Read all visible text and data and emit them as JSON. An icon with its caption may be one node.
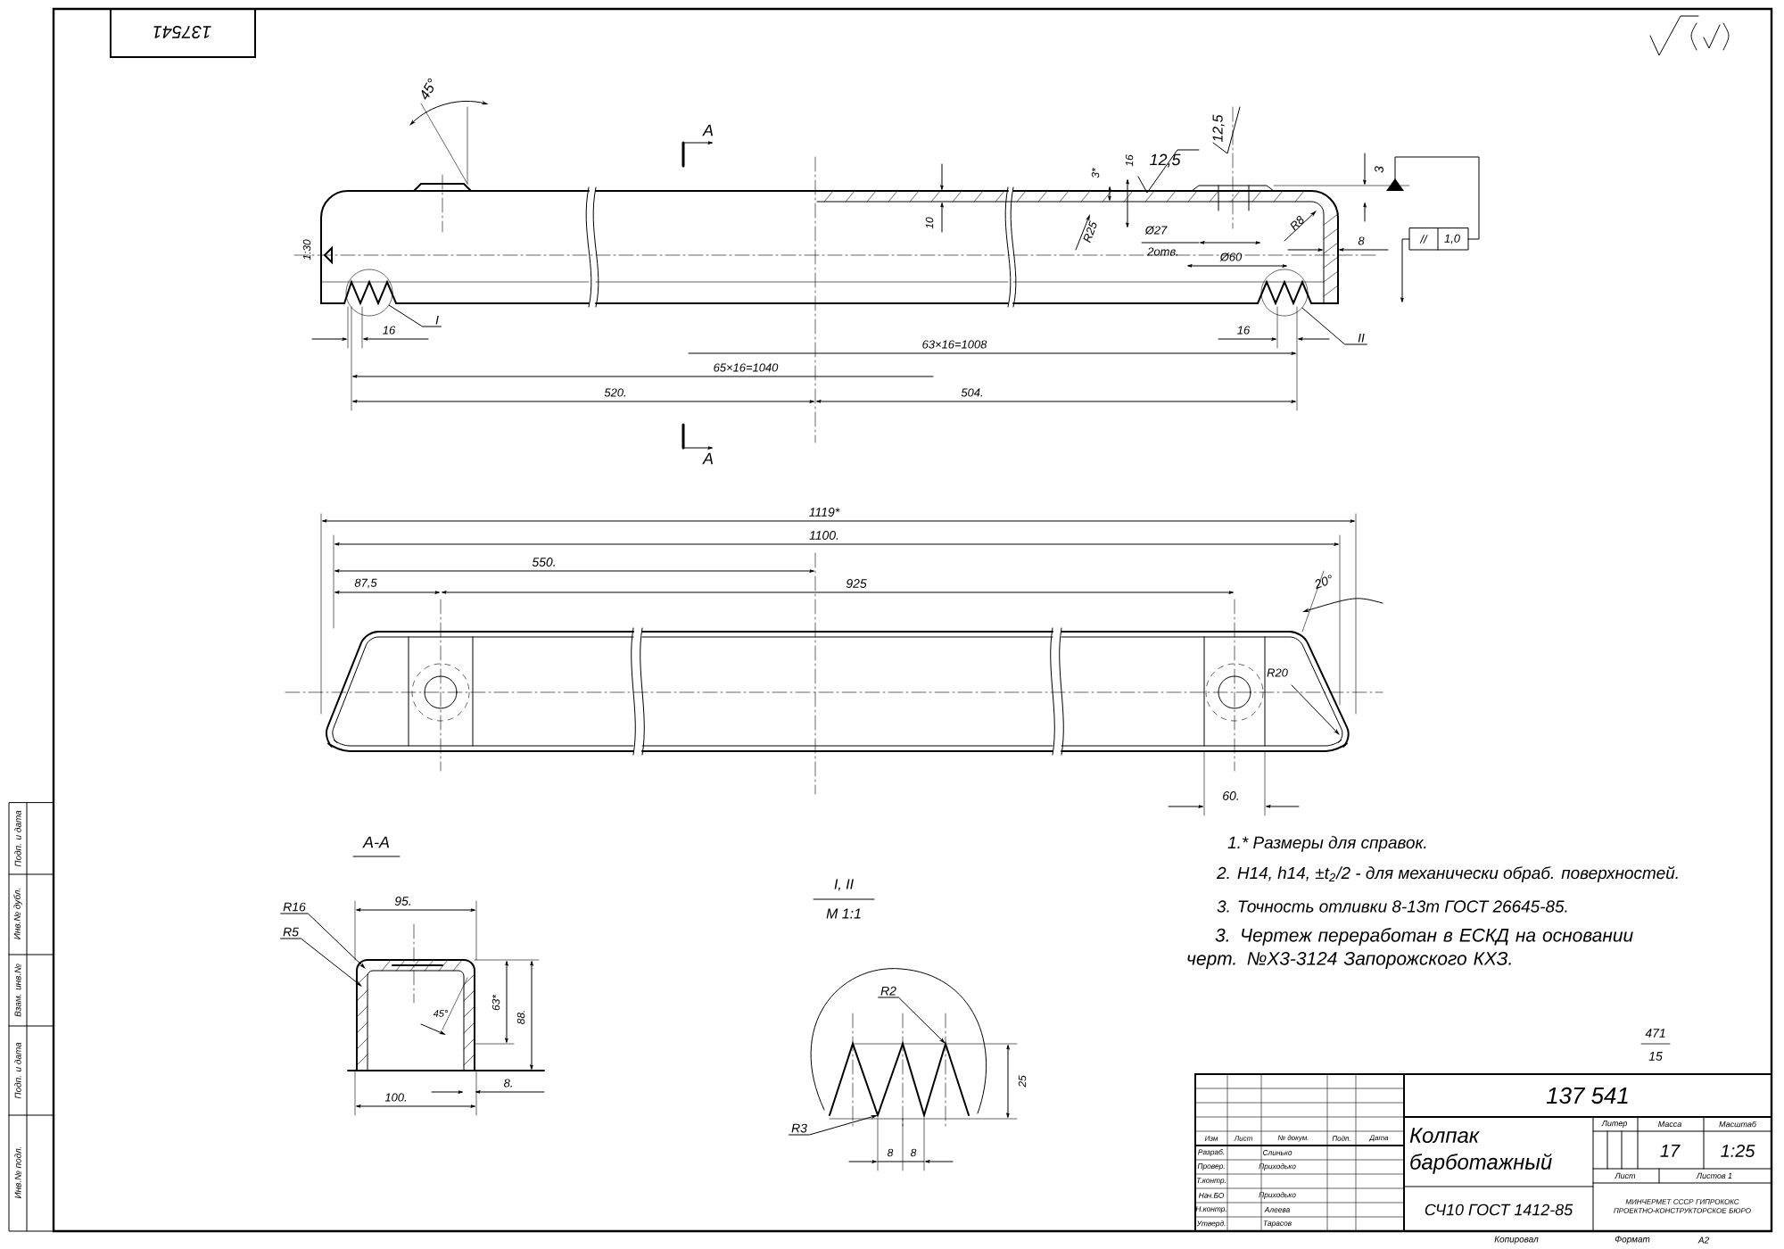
{
  "diagram": {
    "nodes": [
      {
        "text": [
          "R16"
        ]
      },
      {
        "text": [
          "R5"
        ]
      },
      {
        "text": [
          "R2"
        ]
      },
      {
        "text": [
          "R3"
        ]
      },
      {
        "text": [
          "I"
        ]
      },
      {
        "text": [
          "II"
        ]
      },
      {
        "text": [],
        "shape": "circle"
      },
      {
        "text": [],
        "shape": "circle"
      }
    ],
    "edges": [
      {
        "from": 0,
        "to": null,
        "arrow": "to"
      },
      {
        "from": 1,
        "to": null,
        "arrow": "to"
      },
      {
        "from": 2,
        "to": null,
        "arrow": "to"
      },
      {
        "from": 3,
        "to": null,
        "arrow": "to"
      },
      {
        "from": 4,
        "to": 6,
        "arrow": "none"
      },
      {
        "from": 5,
        "to": 7,
        "arrow": "none"
      }
    ],
    "labels": [
      "137541",
      "45°",
      "A",
      "3*",
      "16",
      "12,5",
      "12,5",
      "3",
      "1:30",
      "10",
      "R25",
      "Ø27",
      "2отв.",
      "R8",
      "Ø60",
      "8",
      "//",
      "1,0",
      "16",
      "16",
      "63×16=1008",
      "65×16=1040",
      "520.",
      "504.",
      "A",
      "1119*",
      "1100.",
      "550.",
      "87,5",
      "925",
      "20°",
      "R20",
      "60.",
      "A-A",
      "95.",
      "45°",
      "63*",
      "88.",
      "100.",
      "8.",
      "I, II",
      "М 1:1",
      "25",
      "8",
      "8",
      "1.* Размеры для справок.",
      "2. H14, h14, ±t$_{2}$/2 - для механически обраб. поверхностей.",
      "3. Точность отливки 8-13т ГОСТ 26645-85.",
      "3. Чертеж переработан в ЕСКД на основании черт. №Х3-3124 Запорожского КХЗ.",
      "471",
      "15",
      "137 541",
      "Колпак барботажный",
      "СЧ10 ГОСТ 1412-85",
      "Литер",
      "Масса",
      "Масштаб",
      "17",
      "1:25",
      "Лист",
      "Листов 1",
      "МИНЧЕРМЕТ СССР ГИПРОКОКС ПРОЕКТНО-КОНСТРУКТОРСКОЕ БЮРО",
      "Изм",
      "Лист",
      "№ докум.",
      "Подп.",
      "Дата",
      "Разраб.",
      "Слинько",
      "Провер.",
      "Приходько",
      "Т.контр.",
      "Нач.БО",
      "Приходько",
      "Н.контр.",
      "Алеева",
      "Утверд.",
      "Тарасов",
      "Копировал",
      "Формат",
      "A2",
      "Подп. и дата",
      "Инв.№ дубл.",
      "Взам. инв.№",
      "Подп. и дата",
      "Инв.№ подл."
    ]
  }
}
